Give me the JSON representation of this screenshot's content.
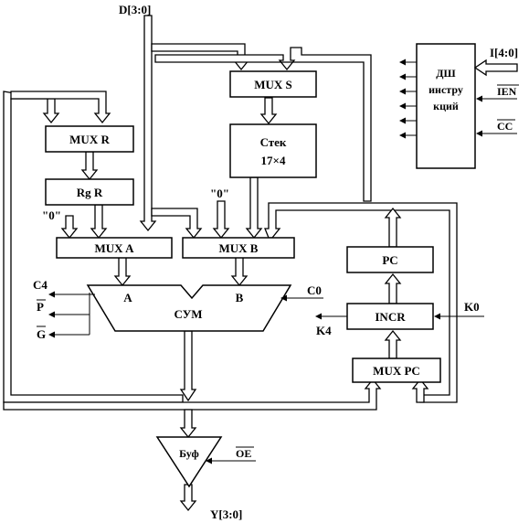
{
  "blocks": {
    "mux_s": "MUX S",
    "mux_r": "MUX R",
    "rg_r": "Rg R",
    "stack_line1": "Стек",
    "stack_line2": "17×4",
    "mux_a": "MUX A",
    "mux_b": "MUX B",
    "sum": "СУМ",
    "sum_in_a": "A",
    "sum_in_b": "B",
    "pc": "PC",
    "incr": "INCR",
    "mux_pc": "MUX PC",
    "buffer": "Буф",
    "decoder_line1": "ДШ",
    "decoder_line2": "инстру",
    "decoder_line3": "кций"
  },
  "signals": {
    "d_in": "D[3:0]",
    "y_out": "Y[3:0]",
    "i_in": "I[4:0]",
    "ien": "IEN",
    "cc": "CC",
    "oe": "OE",
    "c0": "C0",
    "c4": "C4",
    "p": "P",
    "g": "G",
    "k0": "K0",
    "k4": "K4",
    "zero_a": "\"0\"",
    "zero_b": "\"0\""
  }
}
